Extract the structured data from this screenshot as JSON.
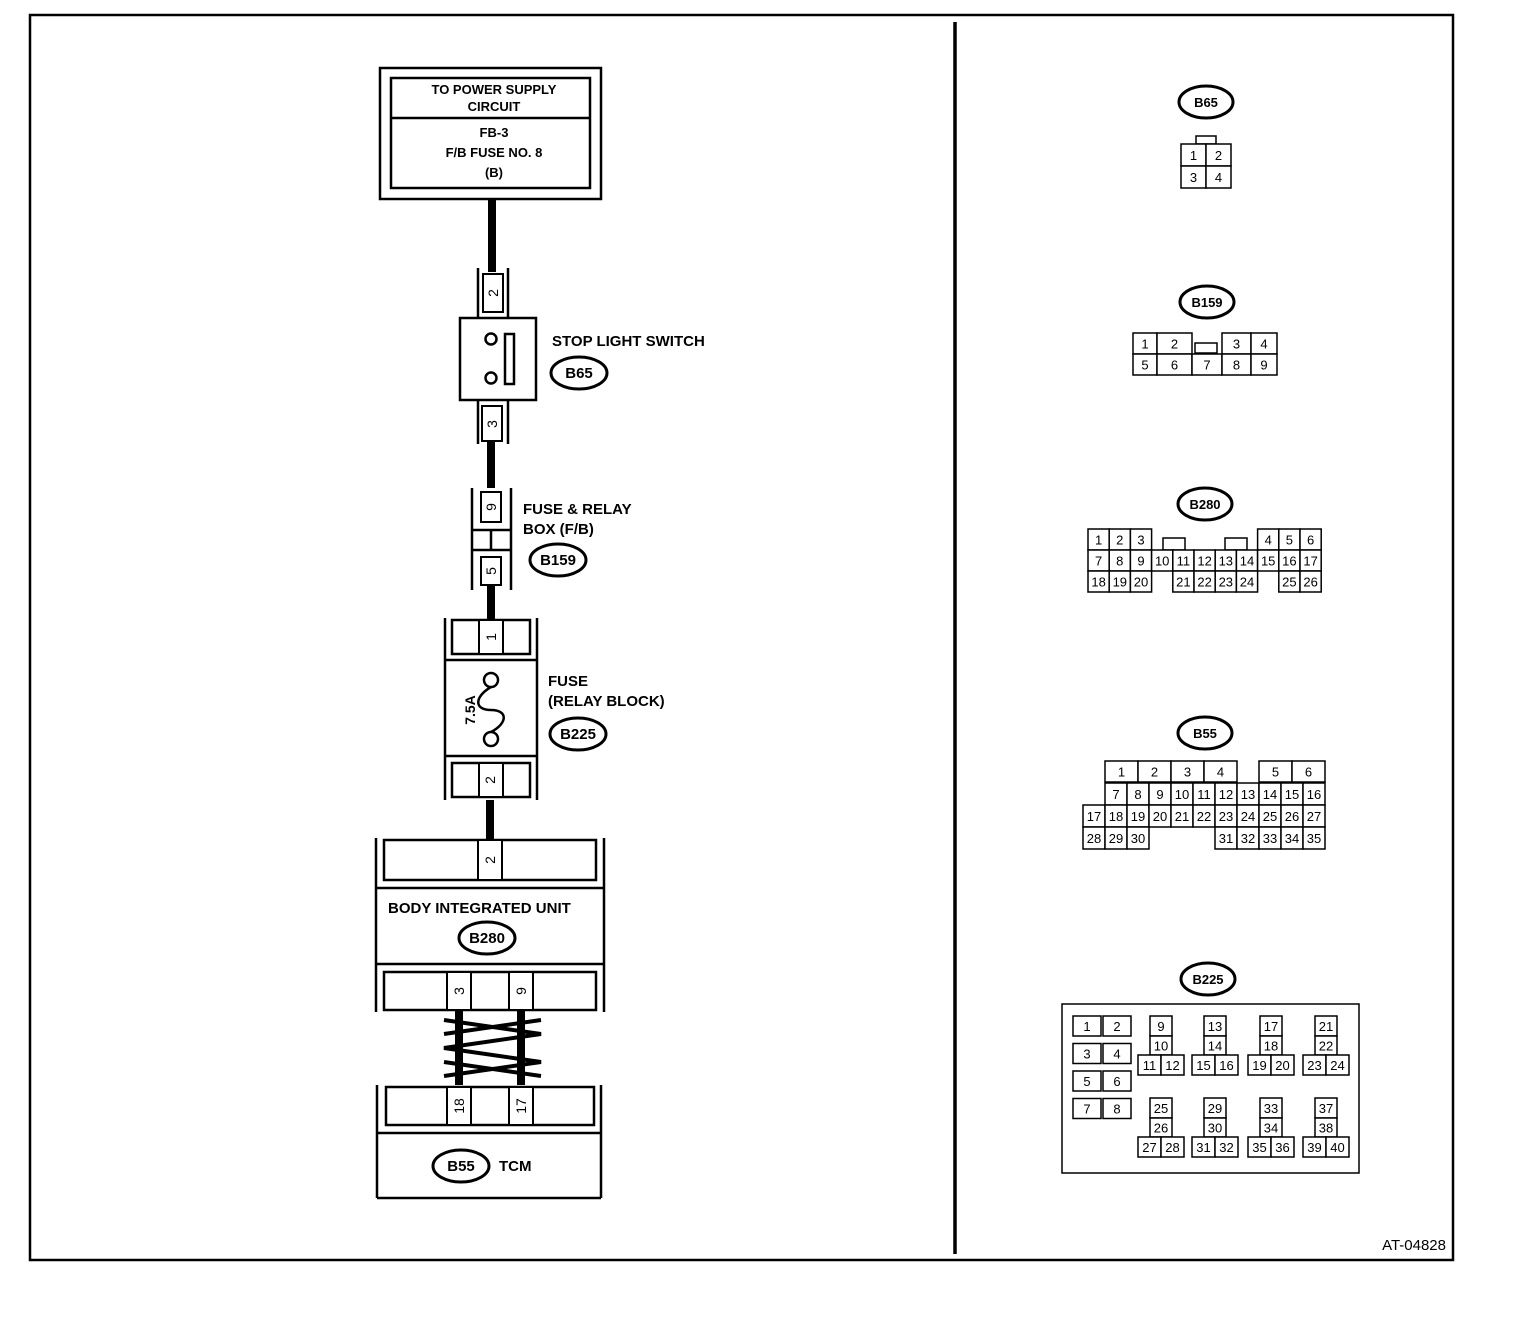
{
  "diagram_id": "AT-04828",
  "power_supply": {
    "title_line1": "TO POWER SUPPLY",
    "title_line2": "CIRCUIT",
    "line1": "FB-3",
    "line2": "F/B FUSE NO. 8",
    "line3": "(B)"
  },
  "stop_light_switch": {
    "label": "STOP LIGHT SWITCH",
    "connector": "B65",
    "pin_top": "2",
    "pin_bottom": "3"
  },
  "fuse_relay_box": {
    "label_line1": "FUSE & RELAY",
    "label_line2": "BOX (F/B)",
    "connector": "B159",
    "pin_top": "9",
    "pin_bottom": "5"
  },
  "fuse": {
    "label_line1": "FUSE",
    "label_line2": "(RELAY BLOCK)",
    "connector": "B225",
    "rating": "7.5A",
    "pin_top": "1",
    "pin_bottom": "2"
  },
  "body_integrated_unit": {
    "label": "BODY INTEGRATED UNIT",
    "connector": "B280",
    "pin_top": "2",
    "pin_bottom_left": "3",
    "pin_bottom_right": "9"
  },
  "tcm": {
    "label": "TCM",
    "connector": "B55",
    "pin_left": "18",
    "pin_right": "17"
  },
  "connector_views": [
    {
      "id": "B65",
      "rows": [
        [
          "1",
          "2"
        ],
        [
          "3",
          "4"
        ]
      ]
    },
    {
      "id": "B159",
      "rows": [
        [
          "1",
          "2",
          "",
          "3",
          "4"
        ],
        [
          "5",
          "6",
          "7",
          "8",
          "9"
        ]
      ]
    },
    {
      "id": "B280",
      "rows": [
        [
          "1",
          "2",
          "3",
          "",
          "",
          "",
          "",
          "",
          "4",
          "5",
          "6"
        ],
        [
          "7",
          "8",
          "9",
          "10",
          "11",
          "12",
          "13",
          "14",
          "15",
          "16",
          "17"
        ],
        [
          "18",
          "19",
          "20",
          "",
          "21",
          "22",
          "23",
          "24",
          "",
          "25",
          "26"
        ]
      ]
    },
    {
      "id": "B55",
      "rows": [
        [
          "1",
          "2",
          "3",
          "4",
          "",
          "5",
          "6"
        ],
        [
          "7",
          "8",
          "9",
          "10",
          "11",
          "12",
          "13",
          "14",
          "15",
          "16"
        ],
        [
          "17",
          "18",
          "19",
          "20",
          "21",
          "22",
          "23",
          "24",
          "25",
          "26",
          "27"
        ],
        [
          "28",
          "29",
          "30",
          "31",
          "32",
          "33",
          "34",
          "35"
        ]
      ]
    },
    {
      "id": "B225",
      "groups": [
        [
          "1",
          "2",
          "3",
          "4",
          "5",
          "6",
          "7",
          "8"
        ],
        [
          "9",
          "10",
          "11",
          "12"
        ],
        [
          "13",
          "14",
          "15",
          "16"
        ],
        [
          "17",
          "18",
          "19",
          "20"
        ],
        [
          "21",
          "22",
          "23",
          "24"
        ],
        [
          "25",
          "26",
          "27",
          "28"
        ],
        [
          "29",
          "30",
          "31",
          "32"
        ],
        [
          "33",
          "34",
          "35",
          "36"
        ],
        [
          "37",
          "38",
          "39",
          "40"
        ]
      ]
    }
  ]
}
